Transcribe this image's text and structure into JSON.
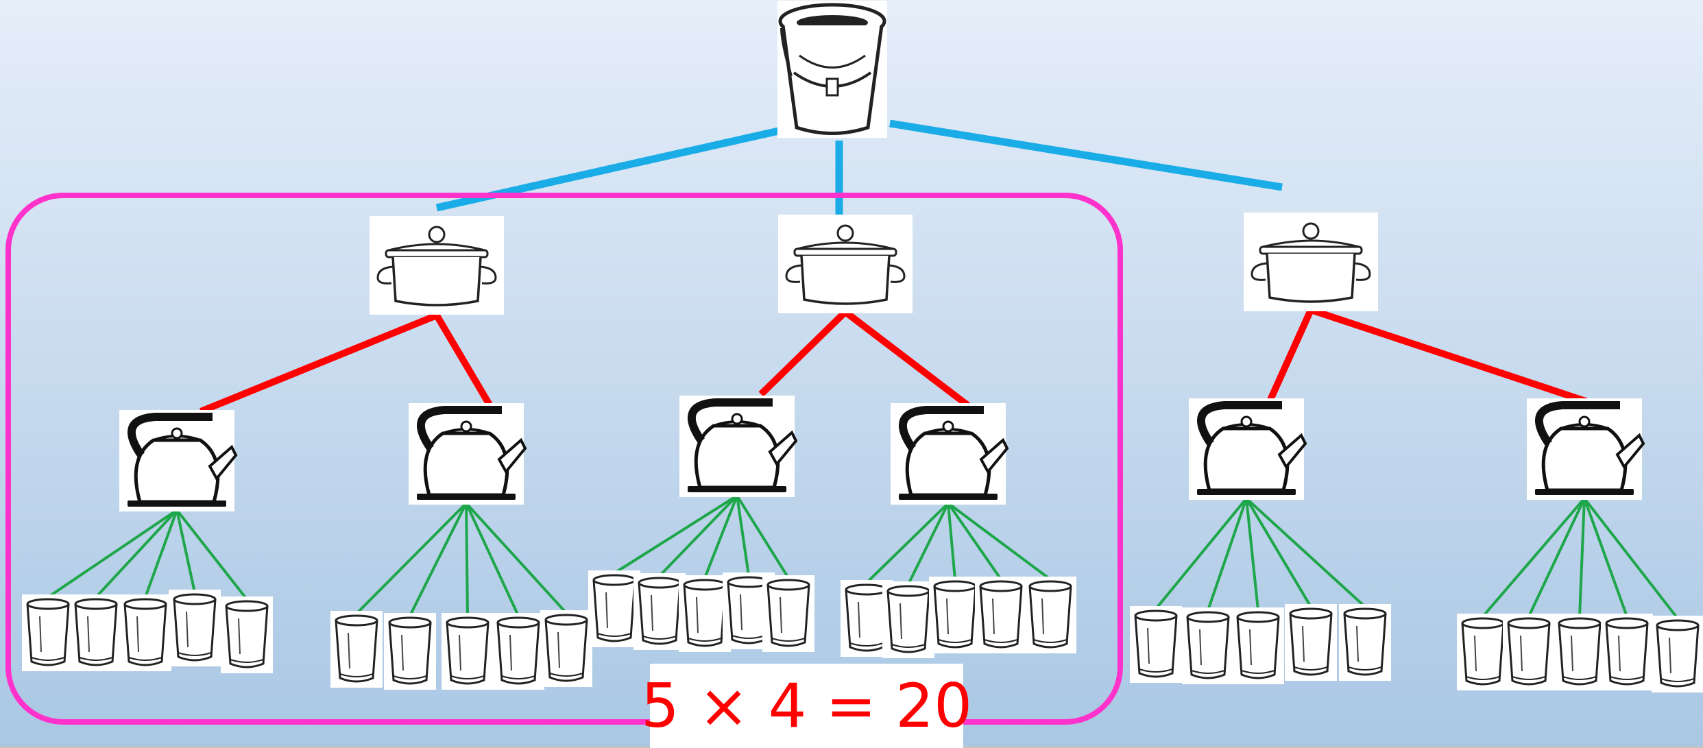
{
  "equation": "5 × 4 = 20",
  "colors": {
    "bucket_link": "#1aace6",
    "pot_link": "#ff0000",
    "kettle_link": "#1ea64a",
    "group_outline": "#ff33cc",
    "equation_text": "#ff0000"
  },
  "tree": {
    "root": "bucket-icon",
    "level_1": {
      "icon": "pot-icon",
      "count": 3
    },
    "level_2": {
      "icon": "kettle-icon",
      "per_parent": 2
    },
    "level_3": {
      "icon": "glass-icon",
      "per_parent": 5
    }
  },
  "highlighted_group": {
    "pots": 2,
    "kettles": 4,
    "glasses": 20
  }
}
